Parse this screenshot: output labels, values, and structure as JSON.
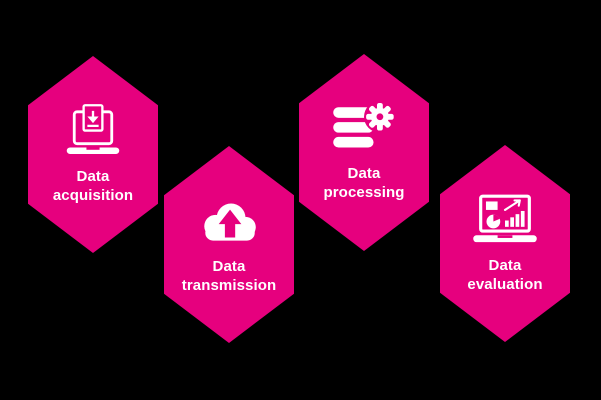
{
  "canvas": {
    "background_color": "#000000",
    "accent_color": "#E6007E",
    "text_color": "#FFFFFF"
  },
  "steps": [
    {
      "id": "acquisition",
      "label_line1": "Data",
      "label_line2": "acquisition",
      "icon": "laptop-download-icon"
    },
    {
      "id": "transmission",
      "label_line1": "Data",
      "label_line2": "transmission",
      "icon": "cloud-upload-icon"
    },
    {
      "id": "processing",
      "label_line1": "Data",
      "label_line2": "processing",
      "icon": "server-gear-icon"
    },
    {
      "id": "evaluation",
      "label_line1": "Data",
      "label_line2": "evaluation",
      "icon": "laptop-charts-icon"
    }
  ]
}
